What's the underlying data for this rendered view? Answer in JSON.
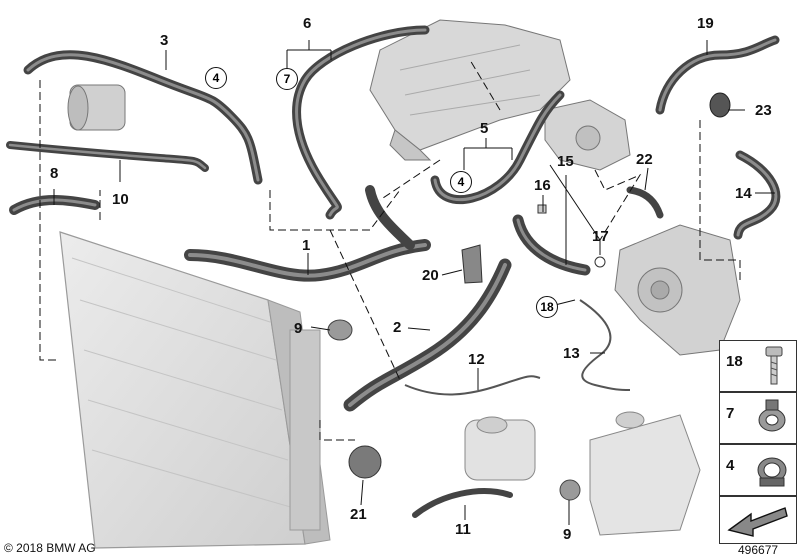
{
  "part_labels": [
    "1",
    "2",
    "3",
    "4",
    "5",
    "6",
    "7",
    "8",
    "9",
    "10",
    "11",
    "12",
    "13",
    "14",
    "15",
    "16",
    "17",
    "18",
    "19",
    "20",
    "21",
    "22",
    "23"
  ],
  "reference_circles": [
    "4",
    "7",
    "4",
    "18"
  ],
  "legend": {
    "items": [
      {
        "number": "18",
        "depicts": "bolt-icon"
      },
      {
        "number": "7",
        "depicts": "hose-clip-icon"
      },
      {
        "number": "4",
        "depicts": "clamp-icon"
      }
    ],
    "arrow_icon": "arrow-down-left-icon"
  },
  "footer": {
    "copyright": "© 2018 BMW AG",
    "image_number": "496677"
  },
  "colors": {
    "hose": "#4b4b4b",
    "hose_highlight": "#8a8a8a",
    "part_grey": "#d6d6d6",
    "line": "#111111"
  }
}
